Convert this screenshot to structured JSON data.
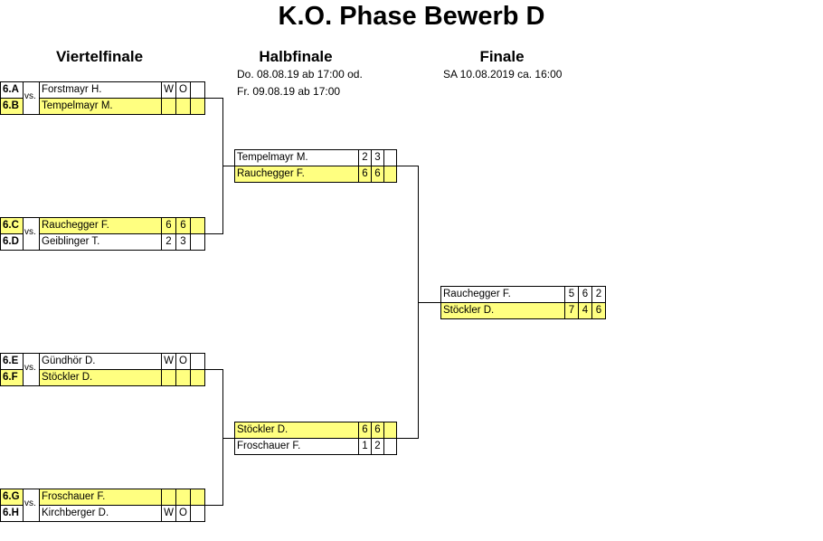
{
  "title": "K.O. Phase  Bewerb D",
  "rounds": {
    "qf": {
      "label": "Viertelfinale"
    },
    "sf": {
      "label": "Halbfinale",
      "note1": "Do. 08.08.19 ab 17:00 od.",
      "note2": "Fr. 09.08.19 ab 17:00"
    },
    "f": {
      "label": "Finale",
      "note1": "SA 10.08.2019 ca. 16:00"
    }
  },
  "vs": "vs.",
  "qf": [
    {
      "p1": {
        "seed": "6.A",
        "name": "Forstmayr H.",
        "s": [
          "W",
          "O",
          ""
        ],
        "win": false
      },
      "p2": {
        "seed": "6.B",
        "name": "Tempelmayr M.",
        "s": [
          "",
          "",
          ""
        ],
        "win": true
      }
    },
    {
      "p1": {
        "seed": "6.C",
        "name": "Rauchegger F.",
        "s": [
          "6",
          "6",
          ""
        ],
        "win": true
      },
      "p2": {
        "seed": "6.D",
        "name": "Geiblinger T.",
        "s": [
          "2",
          "3",
          ""
        ],
        "win": false
      }
    },
    {
      "p1": {
        "seed": "6.E",
        "name": "Gündhör D.",
        "s": [
          "W",
          "O",
          ""
        ],
        "win": false
      },
      "p2": {
        "seed": "6.F",
        "name": "Stöckler D.",
        "s": [
          "",
          "",
          ""
        ],
        "win": true
      }
    },
    {
      "p1": {
        "seed": "6.G",
        "name": "Froschauer F.",
        "s": [
          "",
          "",
          ""
        ],
        "win": true
      },
      "p2": {
        "seed": "6.H",
        "name": "Kirchberger D.",
        "s": [
          "W",
          "O",
          ""
        ],
        "win": false
      }
    }
  ],
  "sf": [
    {
      "p1": {
        "name": "Tempelmayr M.",
        "s": [
          "2",
          "3",
          ""
        ],
        "win": false
      },
      "p2": {
        "name": "Rauchegger F.",
        "s": [
          "6",
          "6",
          ""
        ],
        "win": true
      }
    },
    {
      "p1": {
        "name": "Stöckler D.",
        "s": [
          "6",
          "6",
          ""
        ],
        "win": true
      },
      "p2": {
        "name": "Froschauer F.",
        "s": [
          "1",
          "2",
          ""
        ],
        "win": false
      }
    }
  ],
  "final": {
    "p1": {
      "name": "Rauchegger F.",
      "s": [
        "5",
        "6",
        "2"
      ],
      "win": false
    },
    "p2": {
      "name": "Stöckler D.",
      "s": [
        "7",
        "4",
        "6"
      ],
      "win": true
    }
  }
}
